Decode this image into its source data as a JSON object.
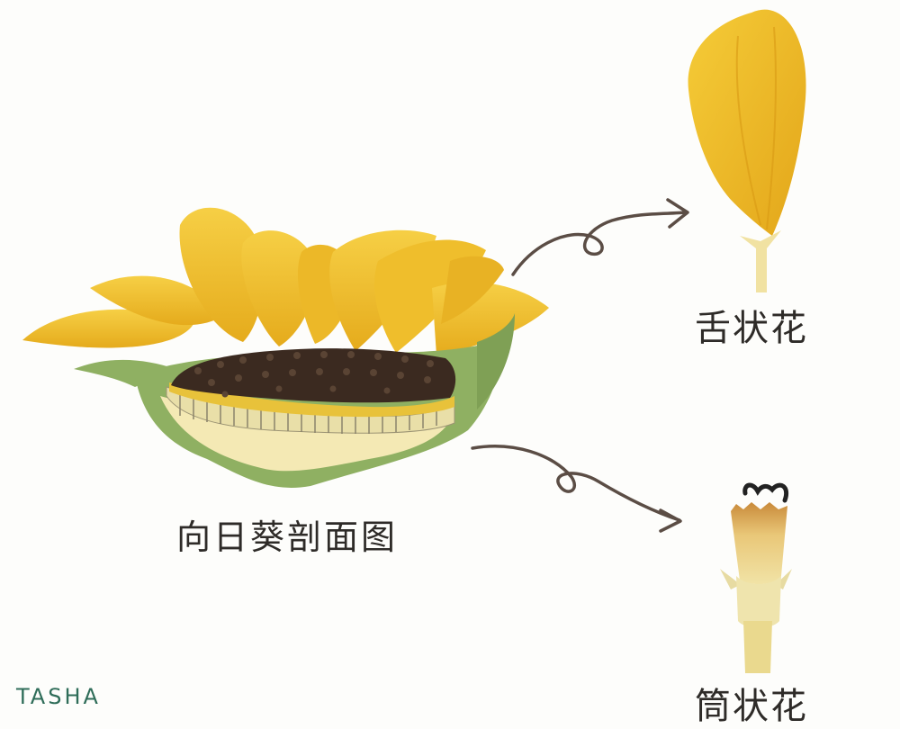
{
  "labels": {
    "cross_section": "向日葵剖面图",
    "ligulate_flower": "舌状花",
    "tubular_flower": "筒状花"
  },
  "credit": "TASHA",
  "colors": {
    "petal": "#f2c22e",
    "petal_shade": "#e0a418",
    "disk": "#3b2a20",
    "receptacle": "#f4e9b4",
    "bract_green": "#8fb062",
    "arrow": "#5b4d45",
    "credit": "#2f6d59"
  }
}
